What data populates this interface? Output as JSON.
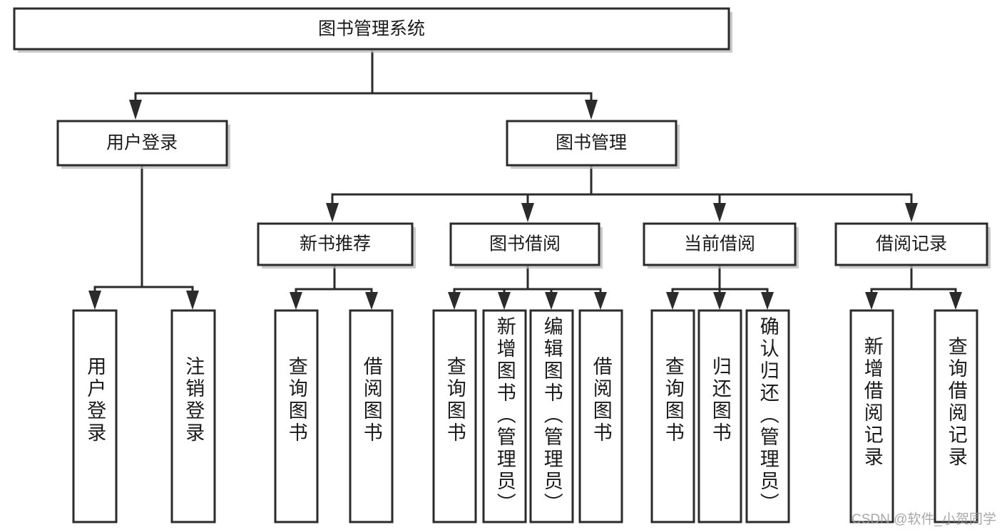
{
  "diagram": {
    "type": "tree-hierarchy",
    "root": {
      "id": "root",
      "label": "图书管理系统",
      "orientation": "horizontal"
    },
    "level2": [
      {
        "id": "user-login",
        "label": "用户登录"
      },
      {
        "id": "book-manage",
        "label": "图书管理"
      }
    ],
    "level3": [
      {
        "id": "new-book-recommend",
        "label": "新书推荐",
        "parent": "book-manage"
      },
      {
        "id": "book-borrow",
        "label": "图书借阅",
        "parent": "book-manage"
      },
      {
        "id": "current-borrow",
        "label": "当前借阅",
        "parent": "book-manage"
      },
      {
        "id": "borrow-record",
        "label": "借阅记录",
        "parent": "book-manage"
      }
    ],
    "leaves": [
      {
        "id": "leaf-user-login",
        "label": "用户登录",
        "parent": "user-login"
      },
      {
        "id": "leaf-logout-login",
        "label": "注销登录",
        "parent": "user-login"
      },
      {
        "id": "leaf-query-book-1",
        "label": "查询图书",
        "parent": "new-book-recommend"
      },
      {
        "id": "leaf-borrow-book-1",
        "label": "借阅图书",
        "parent": "new-book-recommend"
      },
      {
        "id": "leaf-query-book-2",
        "label": "查询图书",
        "parent": "book-borrow"
      },
      {
        "id": "leaf-add-book",
        "label": "新增图书（管理员）",
        "parent": "book-borrow"
      },
      {
        "id": "leaf-edit-book",
        "label": "编辑图书（管理员）",
        "parent": "book-borrow"
      },
      {
        "id": "leaf-borrow-book-2",
        "label": "借阅图书",
        "parent": "book-borrow"
      },
      {
        "id": "leaf-query-book-3",
        "label": "查询图书",
        "parent": "current-borrow"
      },
      {
        "id": "leaf-return-book",
        "label": "归还图书",
        "parent": "current-borrow"
      },
      {
        "id": "leaf-confirm-return",
        "label": "确认归还（管理员）",
        "parent": "current-borrow"
      },
      {
        "id": "leaf-add-record",
        "label": "新增借阅记录",
        "parent": "borrow-record"
      },
      {
        "id": "leaf-query-record",
        "label": "查询借阅记录",
        "parent": "borrow-record"
      }
    ],
    "colors": {
      "box_stroke": "#2b2b2b",
      "box_fill": "#ffffff",
      "edge": "#2b2b2b",
      "text": "#1a1a1a",
      "background": "#ffffff",
      "watermark": "#9a9a9a"
    }
  },
  "watermark": {
    "text": "CSDN @软件_小贺同学"
  }
}
